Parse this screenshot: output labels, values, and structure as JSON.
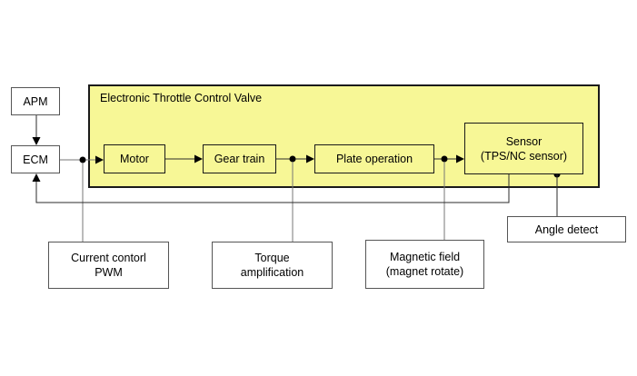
{
  "diagram": {
    "panel": {
      "title": "Electronic Throttle Control Valve"
    },
    "nodes": {
      "apm": {
        "label": "APM"
      },
      "ecm": {
        "label": "ECM"
      },
      "motor": {
        "label": "Motor"
      },
      "gear_train": {
        "label": "Gear train"
      },
      "plate_operation": {
        "label": "Plate operation"
      },
      "sensor": {
        "line1": "Sensor",
        "line2": "(TPS/NC sensor)"
      },
      "current_control": {
        "line1": "Current contorl",
        "line2": "PWM"
      },
      "torque_amplification": {
        "line1": "Torque",
        "line2": "amplification"
      },
      "magnetic_field": {
        "line1": "Magnetic field",
        "line2": "(magnet rotate)"
      },
      "angle_detect": {
        "label": "Angle detect"
      }
    },
    "colors": {
      "panel_fill": "#F7F796",
      "panel_border": "#1A1A1A",
      "connector_gray": "#777777",
      "connector_dark": "#2B2B2B",
      "arrow": "#000000",
      "node_fill": "#FFFFFF",
      "node_border": "#555555"
    }
  }
}
